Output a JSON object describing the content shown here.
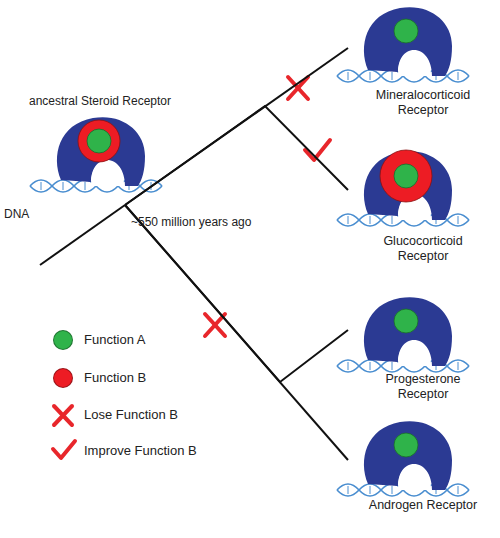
{
  "diagram": {
    "nodes": [
      {
        "text": [
          "ancestral Steroid Receptor"
        ]
      },
      {
        "text": [
          "Mineralocorticoid Receptor"
        ]
      },
      {
        "text": [
          "Glucocorticoid Receptor"
        ]
      },
      {
        "text": [
          "Progesterone Receptor"
        ]
      },
      {
        "text": [
          "Androgen Receptor"
        ]
      }
    ],
    "edges": [
      {
        "from": 0,
        "to": 1,
        "arrow": "none"
      },
      {
        "from": 0,
        "to": 2,
        "arrow": "none"
      },
      {
        "from": 0,
        "to": 3,
        "arrow": "none"
      },
      {
        "from": 0,
        "to": 4,
        "arrow": "none"
      }
    ],
    "labels": [
      "DNA",
      "~550 million years ago"
    ],
    "legend": [
      {
        "text": "Function A",
        "color": "#2fb34a"
      },
      {
        "text": "Function B",
        "color": "#ed1c24"
      },
      {
        "text": "Lose Function B"
      },
      {
        "text": "Improve Function B"
      }
    ]
  }
}
